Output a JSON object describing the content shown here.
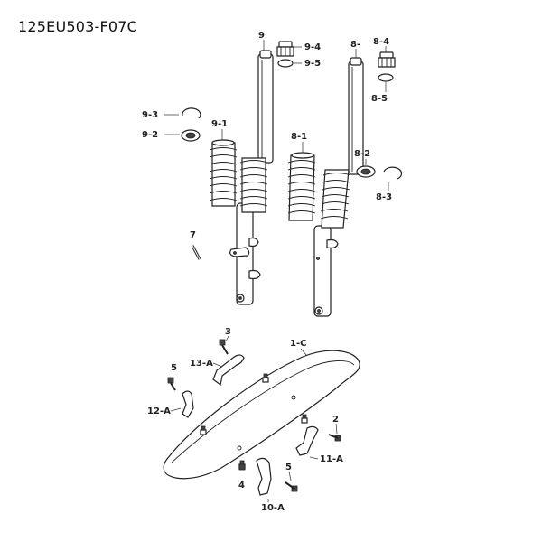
{
  "title": "125EU503-F07C",
  "labels": {
    "l9": "9",
    "l9_4": "9-4",
    "l9_5": "9-5",
    "l8": "8-",
    "l8_4": "8-4",
    "l8_5": "8-5",
    "l9_3": "9-3",
    "l9_2": "9-2",
    "l9_1": "9-1",
    "l8_1": "8-1",
    "l8_2": "8-2",
    "l8_3": "8-3",
    "l7": "7",
    "l3": "3",
    "l1_c": "1-C",
    "l13_a": "13-A",
    "l5a": "5",
    "l12_a": "12-A",
    "l2": "2",
    "l11_a": "11-A",
    "l5b": "5",
    "l4": "4",
    "l10_a": "10-A"
  }
}
